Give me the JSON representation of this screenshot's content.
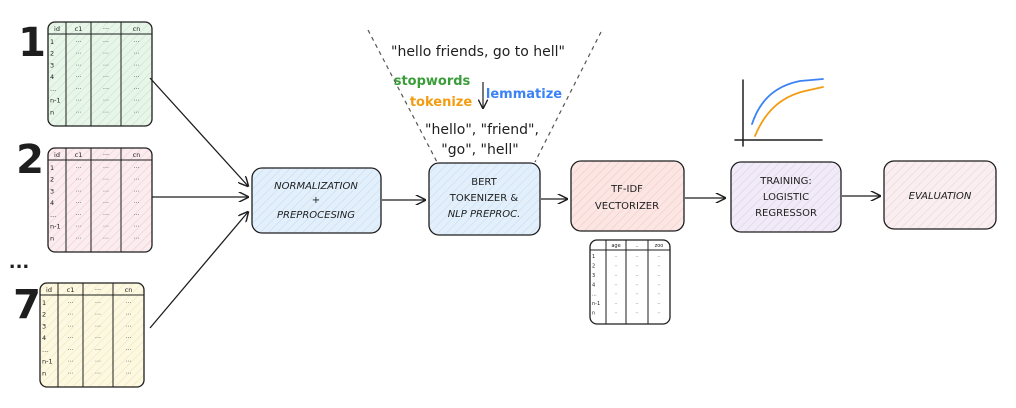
{
  "colors": {
    "ink": "#1e1e1e",
    "muted": "#555555",
    "green_fill": "#e8f5e9",
    "pink_fill": "#fbecef",
    "yellow_fill": "#fdf8e1",
    "blue_fill": "#e3f0fb",
    "peach_fill": "#fbe6e4",
    "lavender_fill": "#f1eaf7",
    "rose_fill": "#f9eef0",
    "stopwords": "#3a9d3a",
    "tokenize": "#f39c12",
    "lemmatize": "#3b82f6",
    "curve_blue": "#3b82f6",
    "curve_orange": "#f39c12"
  },
  "datasets": [
    {
      "number": "1",
      "fill": "green"
    },
    {
      "number": "2",
      "fill": "pink"
    },
    {
      "number": "7",
      "fill": "yellow"
    }
  ],
  "dataset_ellipsis": "...",
  "table": {
    "headers": [
      "id",
      "c1",
      "···",
      "cn"
    ],
    "row_ids": [
      "1",
      "2",
      "3",
      "4",
      "...",
      "n-1",
      "n"
    ],
    "cell": "···"
  },
  "tfidf_table": {
    "headers": [
      "",
      "age",
      "..",
      "zoo"
    ],
    "row_ids": [
      "1",
      "2",
      "3",
      "4",
      "...",
      "n-1",
      "n"
    ],
    "cell": "··"
  },
  "steps": {
    "normalization": [
      "NORMALIZATION",
      "+",
      "PREPROCESING"
    ],
    "bert": [
      "BERT",
      "TOKENIZER &",
      "NLP PREPROC."
    ],
    "tfidf": [
      "TF-IDF",
      "VECTORIZER"
    ],
    "training": [
      "TRAINING:",
      "LOGISTIC",
      "REGRESSOR"
    ],
    "evaluation": [
      "EVALUATION"
    ]
  },
  "nlp_example": {
    "sentence": "\"hello friends, go to hell\"",
    "stopwords": "stopwords",
    "tokenize": "tokenize",
    "lemmatize": "lemmatize",
    "result_line1": "\"hello\", \"friend\",",
    "result_line2": "\"go\", \"hell\""
  },
  "curve_chart": {
    "series": [
      {
        "color": "blue",
        "shape": "rising-saturating"
      },
      {
        "color": "orange",
        "shape": "rising-saturating"
      }
    ]
  }
}
